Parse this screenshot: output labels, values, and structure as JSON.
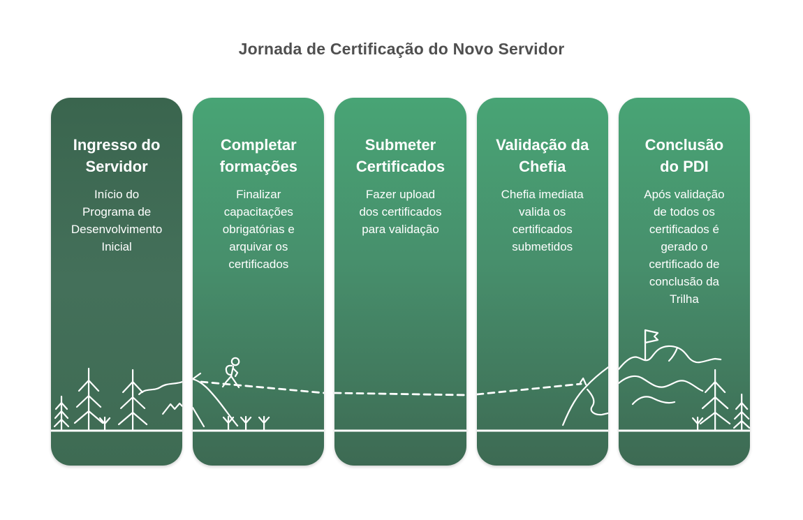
{
  "title": "Jornada de Certificação do Novo Servidor",
  "steps": [
    {
      "title": "Ingresso do\nServidor",
      "description": "Início do\nPrograma de\nDesenvolvimento\nInicial",
      "decoration": "pine-forest-and-hill"
    },
    {
      "title": "Completar\nformações",
      "description": "Finalizar\ncapacitações\nobrigatórias e\narquivar os\ncertificados",
      "decoration": "hiker-on-dashed-trail-with-sprouts"
    },
    {
      "title": "Submeter\nCertificados",
      "description": "Fazer upload\ndos certificados\npara validação",
      "decoration": "dashed-trail"
    },
    {
      "title": "Validação da\nChefia",
      "description": "Chefia imediata\nvalida os\ncertificados\nsubmetidos",
      "decoration": "dashed-trail-to-mountain"
    },
    {
      "title": "Conclusão\ndo PDI",
      "description": "Após validação\nde todos os\ncertificados é\ngerado o\ncertificado de\nconclusão da\nTrilha",
      "decoration": "summit-flag-trees"
    }
  ],
  "colors": {
    "background": "#ffffff",
    "title_text": "#4f4f4f",
    "card_text": "#ffffff",
    "line_art": "#ffffff",
    "card1_top": "#3a654e",
    "card1_mid": "#44705a",
    "card1_bottom": "#3e6b53",
    "card_top": "#48a475",
    "card_mid": "#478f6c",
    "card_bottom": "#3d6a53"
  }
}
